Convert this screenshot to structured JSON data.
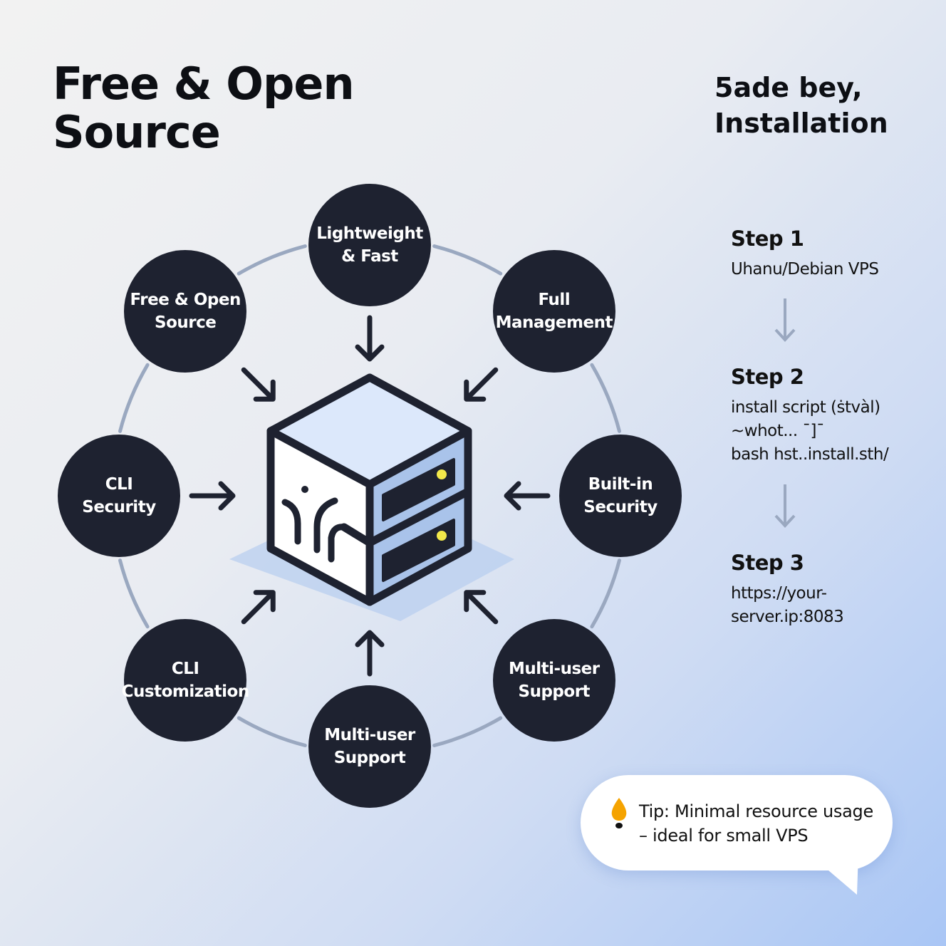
{
  "header": {
    "title": "Free & Open Source"
  },
  "installation": {
    "title": "5ade bey,\nInstallation",
    "steps": [
      {
        "label": "Step 1",
        "text": "Uhanu/Debian VPS"
      },
      {
        "label": "Step 2",
        "text": "install script (ṡtvàl)\n~whot...  ˉ]ˉ\nbash hst..install.sth/"
      },
      {
        "label": "Step 3",
        "text": "https://your-\nserver.ip:8083"
      }
    ]
  },
  "features": [
    {
      "label": "Lightweight\n& Fast"
    },
    {
      "label": "Full\nManagement"
    },
    {
      "label": "Built-in\nSecurity"
    },
    {
      "label": "Multi-user\nSupport"
    },
    {
      "label": "Multi-user\nSupport"
    },
    {
      "label": "CLI\nCustomization"
    },
    {
      "label": "CLI\nSecurity"
    },
    {
      "label": "Free & Open\nSource"
    }
  ],
  "center_icon": "server-icon",
  "tip": {
    "icon": "lightbulb-icon",
    "text": "Tip: Minimal resource usage\n– ideal for small VPS"
  },
  "colors": {
    "node": "#1e2230",
    "arc": "#9aa8c0",
    "accent_light": "#dce8fb",
    "accent_side": "#a9c3ea",
    "led": "#f2e84a",
    "bulb": "#f5a300"
  }
}
